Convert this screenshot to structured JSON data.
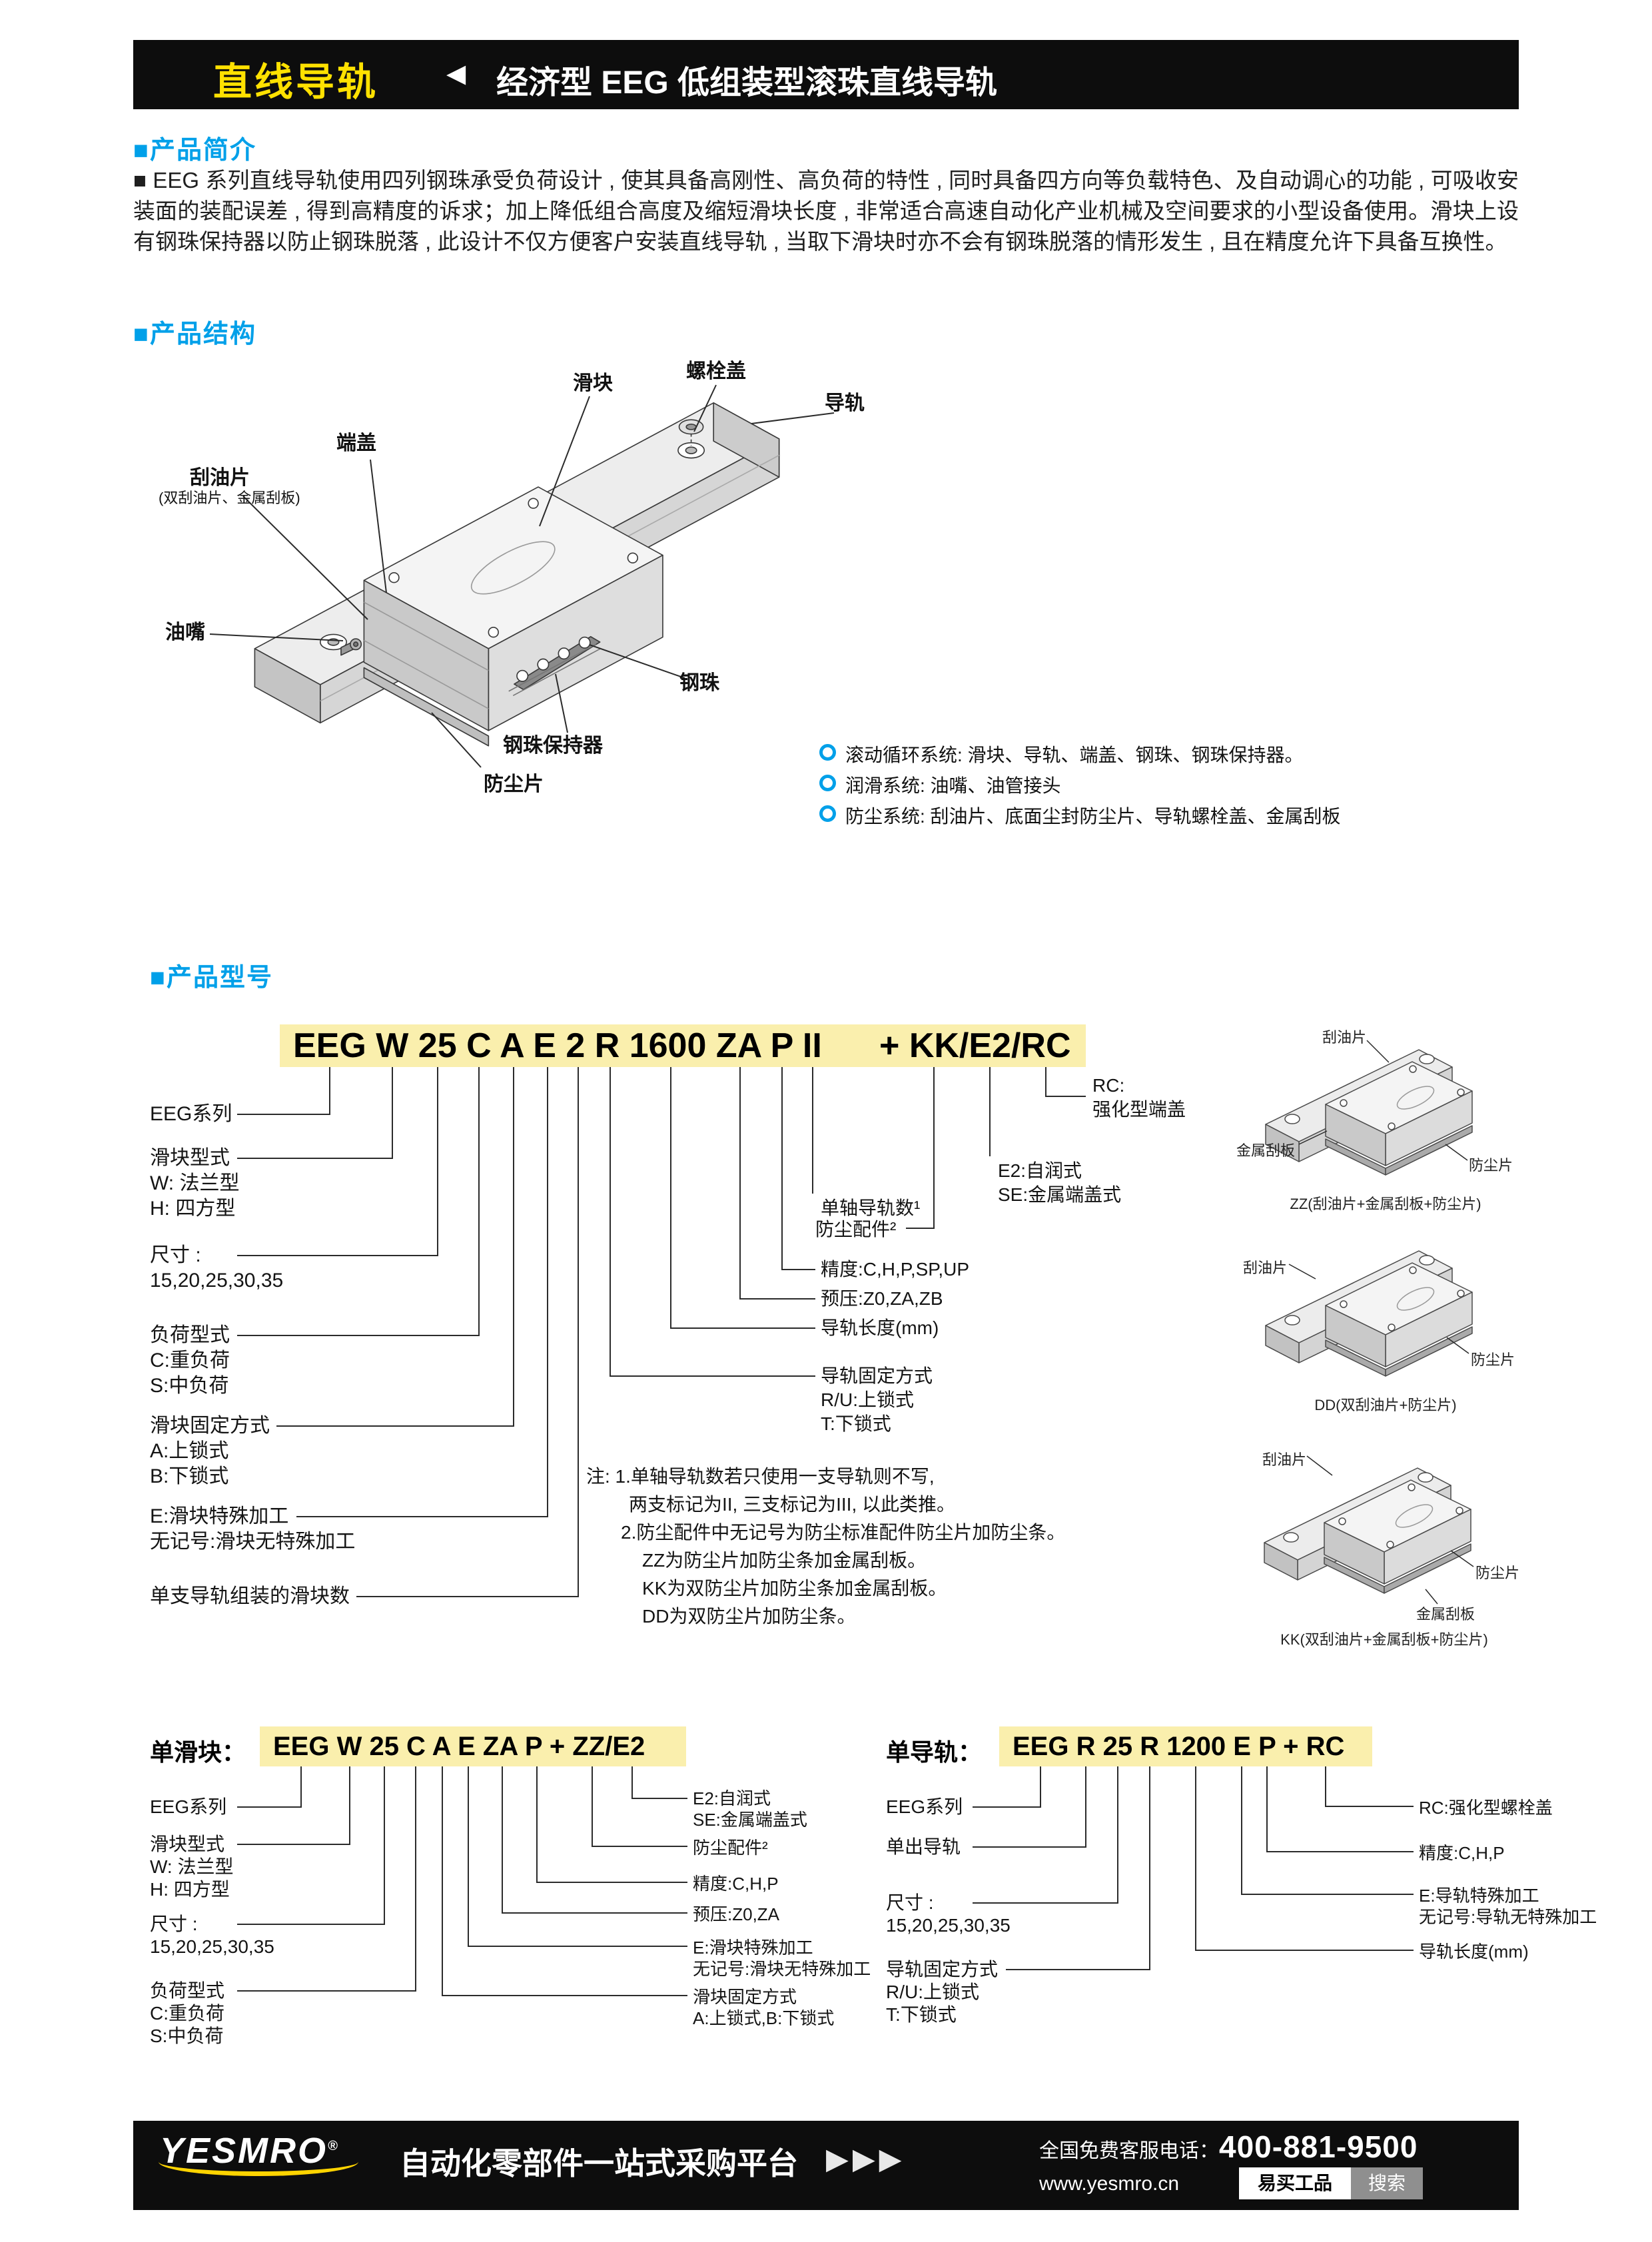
{
  "header": {
    "category": "直线导轨",
    "arrow": "◀",
    "title": "经济型 EEG 低组装型滚珠直线导轨"
  },
  "intro": {
    "heading": "■产品简介",
    "body": "■ EEG 系列直线导轨使用四列钢珠承受负荷设计 , 使其具备高刚性、高负荷的特性 , 同时具备四方向等负载特色、及自动调心的功能 , 可吸收安装面的装配误差 , 得到高精度的诉求；加上降低组合高度及缩短滑块长度 , 非常适合高速自动化产业机械及空间要求的小型设备使用。滑块上设有钢珠保持器以防止钢珠脱落 , 此设计不仅方便客户安装直线导轨 , 当取下滑块时亦不会有钢珠脱落的情形发生 , 且在精度允许下具备互换性。"
  },
  "structure": {
    "heading": "■产品结构",
    "parts": {
      "slider": "滑块",
      "bolt_cover": "螺栓盖",
      "rail": "导轨",
      "end_cap": "端盖",
      "scraper": "刮油片",
      "scraper_sub": "(双刮油片、金属刮板)",
      "nipple": "油嘴",
      "ball": "钢珠",
      "retainer": "钢珠保持器",
      "dust_seal": "防尘片"
    },
    "bullets": [
      "滚动循环系统: 滑块、导轨、端盖、钢珠、钢珠保持器。",
      "润滑系统: 油嘴、油管接头",
      "防尘系统: 刮油片、底面尘封防尘片、导轨螺栓盖、金属刮板"
    ]
  },
  "model": {
    "heading": "■产品型号",
    "code_left": "EEG W 25 C A E 2 R 1600 ZA P II",
    "code_right": "+ KK/E2/RC",
    "left": [
      {
        "lines": [
          "EEG系列"
        ]
      },
      {
        "lines": [
          "滑块型式",
          "W: 法兰型",
          "H: 四方型"
        ]
      },
      {
        "lines": [
          "尺寸 :",
          "15,20,25,30,35"
        ]
      },
      {
        "lines": [
          "负荷型式",
          "C:重负荷",
          "S:中负荷"
        ]
      },
      {
        "lines": [
          "滑块固定方式",
          "A:上锁式",
          "B:下锁式"
        ]
      },
      {
        "lines": [
          "E:滑块特殊加工",
          "无记号:滑块无特殊加工"
        ]
      },
      {
        "lines": [
          "单支导轨组装的滑块数"
        ]
      }
    ],
    "right": [
      {
        "lines": [
          "RC:",
          "强化型端盖"
        ]
      },
      {
        "lines": [
          "E2:自润式",
          "SE:金属端盖式"
        ]
      },
      {
        "lines": [
          "单轴导轨数¹"
        ]
      },
      {
        "lines": [
          "防尘配件²"
        ]
      },
      {
        "lines": [
          "精度:C,H,P,SP,UP"
        ]
      },
      {
        "lines": [
          "预压:Z0,ZA,ZB"
        ]
      },
      {
        "lines": [
          "导轨长度(mm)"
        ]
      },
      {
        "lines": [
          "导轨固定方式",
          "R/U:上锁式",
          "T:下锁式"
        ]
      }
    ],
    "notes": [
      "注: 1.单轴导轨数若只使用一支导轨则不写,",
      "两支标记为II, 三支标记为III, 以此类推。",
      "2.防尘配件中无记号为防尘标准配件防尘片加防尘条。",
      "ZZ为防尘片加防尘条加金属刮板。",
      "KK为双防尘片加防尘条加金属刮板。",
      "DD为双防尘片加防尘条。"
    ],
    "variants": [
      {
        "caption": "ZZ(刮油片+金属刮板+防尘片)",
        "labels": [
          "刮油片",
          "金属刮板",
          "防尘片"
        ]
      },
      {
        "caption": "DD(双刮油片+防尘片)",
        "labels": [
          "刮油片",
          "防尘片"
        ]
      },
      {
        "caption": "KK(双刮油片+金属刮板+防尘片)",
        "labels": [
          "刮油片",
          "防尘片",
          "金属刮板"
        ]
      }
    ]
  },
  "block_example": {
    "label": "单滑块：",
    "code": "EEG W 25 C A E ZA P + ZZ/E2",
    "left": [
      {
        "lines": [
          "EEG系列"
        ]
      },
      {
        "lines": [
          "滑块型式",
          "W: 法兰型",
          "H: 四方型"
        ]
      },
      {
        "lines": [
          "尺寸 :",
          "15,20,25,30,35"
        ]
      },
      {
        "lines": [
          "负荷型式",
          "C:重负荷",
          "S:中负荷"
        ]
      }
    ],
    "right": [
      {
        "lines": [
          "E2:自润式",
          "SE:金属端盖式"
        ]
      },
      {
        "lines": [
          "防尘配件²"
        ]
      },
      {
        "lines": [
          "精度:C,H,P"
        ]
      },
      {
        "lines": [
          "预压:Z0,ZA"
        ]
      },
      {
        "lines": [
          "E:滑块特殊加工",
          "无记号:滑块无特殊加工"
        ]
      },
      {
        "lines": [
          "滑块固定方式",
          "A:上锁式,B:下锁式"
        ]
      }
    ]
  },
  "rail_example": {
    "label": "单导轨：",
    "code": "EEG R 25 R 1200 E P + RC",
    "left": [
      {
        "lines": [
          "EEG系列"
        ]
      },
      {
        "lines": [
          "单出导轨"
        ]
      },
      {
        "lines": [
          "尺寸 :",
          "15,20,25,30,35"
        ]
      },
      {
        "lines": [
          "导轨固定方式",
          "R/U:上锁式",
          "T:下锁式"
        ]
      }
    ],
    "right": [
      {
        "lines": [
          "RC:强化型螺栓盖"
        ]
      },
      {
        "lines": [
          "精度:C,H,P"
        ]
      },
      {
        "lines": [
          "E:导轨特殊加工",
          "无记号:导轨无特殊加工"
        ]
      },
      {
        "lines": [
          "导轨长度(mm)"
        ]
      }
    ]
  },
  "footer": {
    "logo": "YESMRO",
    "reg": "®",
    "slogan": "自动化零部件一站式采购平台",
    "arrows": "▶▶▶",
    "phone_label": "全国免费客服电话：",
    "phone": "400-881-9500",
    "website": "www.yesmro.cn",
    "badge": "易买工品",
    "search": "搜索"
  },
  "colors": {
    "accent": "#00a0e9",
    "yellow": "#ffe100",
    "highlight": "#faefad"
  }
}
